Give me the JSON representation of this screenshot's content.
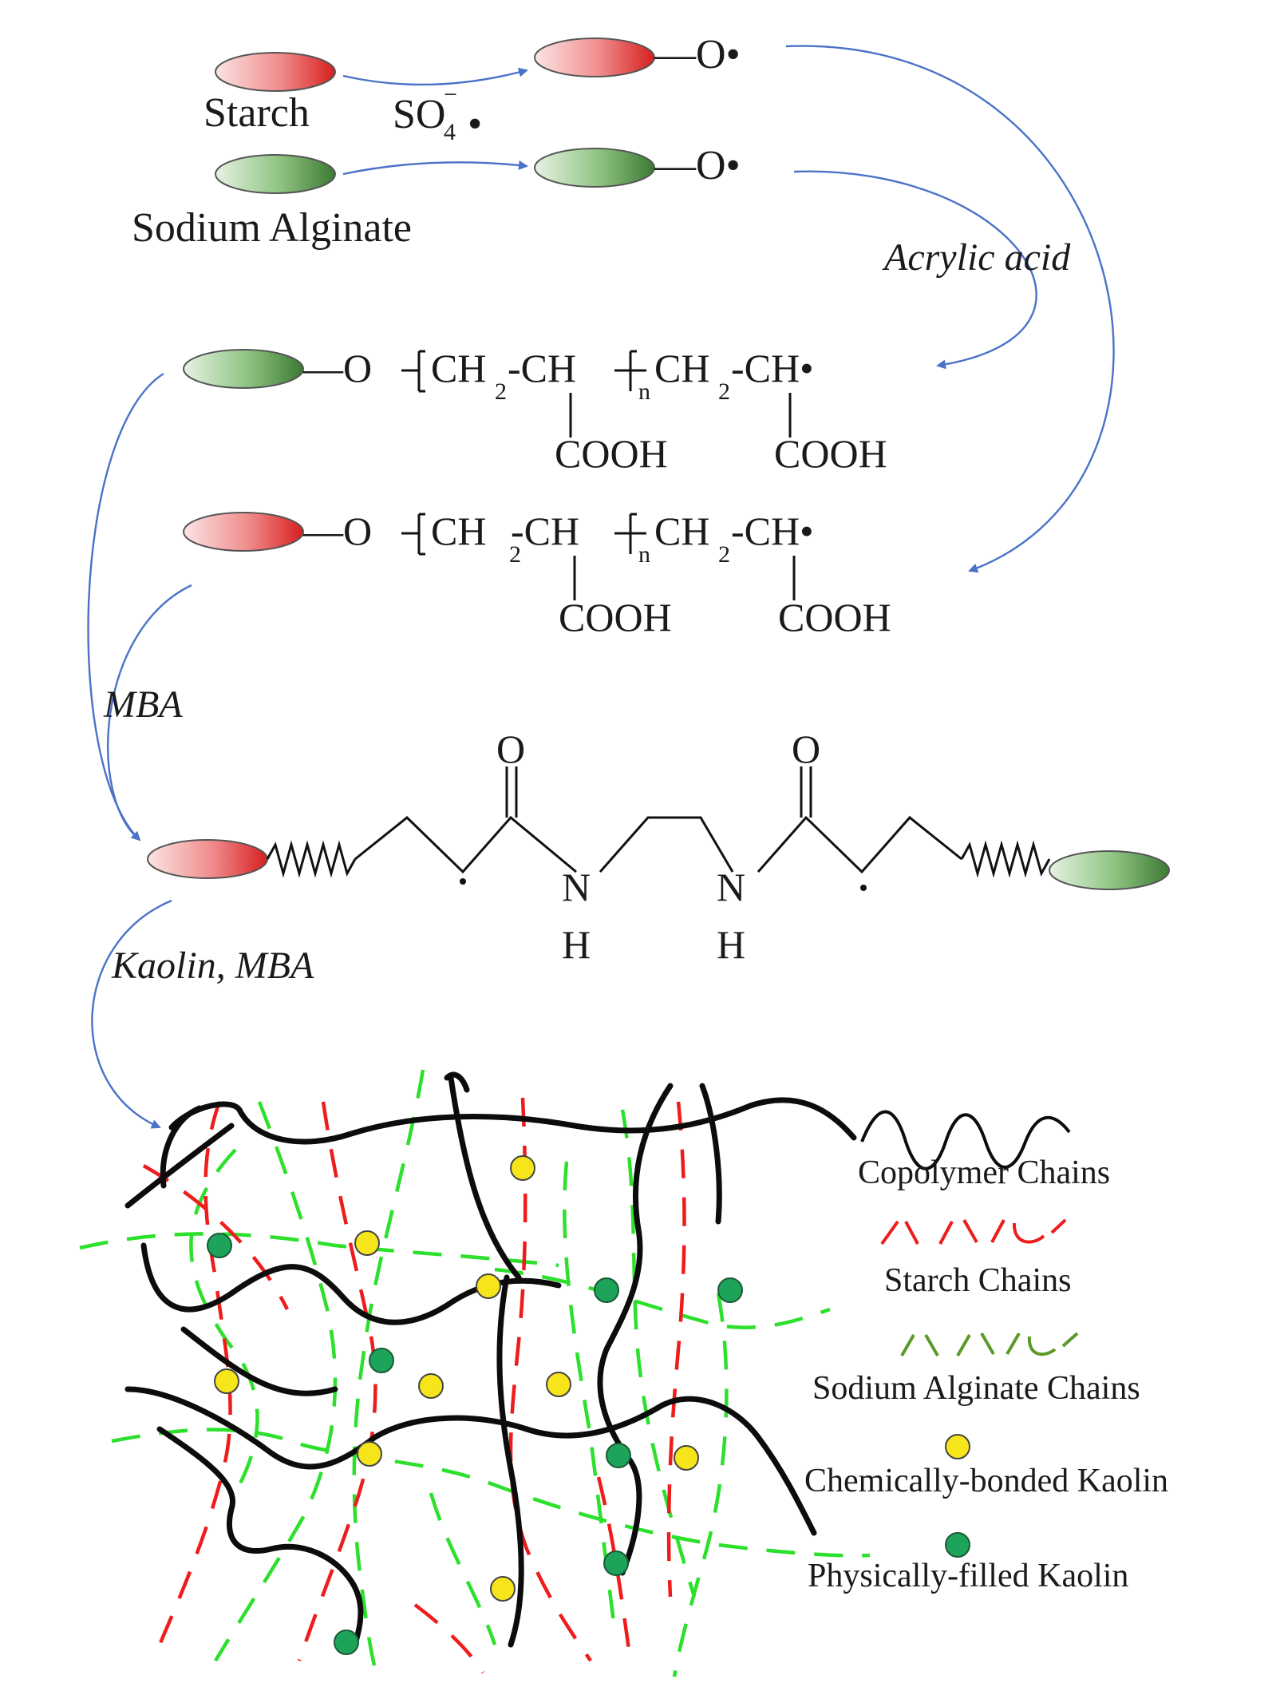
{
  "colors": {
    "starch_red": "#e53b3b",
    "alginate_green": "#3d8a3d",
    "arrow_blue": "#4a72c8",
    "copolymer_black": "#0c0c0c",
    "starch_chain_red": "#ee1c1c",
    "alginate_chain_green": "#2ce02c",
    "kaolin_chemical_yellow": "#f6e51a",
    "kaolin_physical_green": "#1ea35b"
  },
  "reactants": {
    "starch": "Starch",
    "sodium_alginate": "Sodium Alginate",
    "initiator_main": "SO",
    "initiator_sub": "4",
    "initiator_sup": "−",
    "initiator_radical": "•",
    "radical_label": "—O•"
  },
  "reagents": {
    "acrylic_acid": "Acrylic acid",
    "mba": "MBA",
    "kaolin_mba": "Kaolin, MBA"
  },
  "structures": {
    "o_link": "—O",
    "ch2": "CH",
    "sub2": "2",
    "ch_dash": "-CH",
    "ch_radical": "-CH•",
    "sub_n": "n",
    "cooh": "COOH",
    "oxygen": "O",
    "nitrogen": "N",
    "hydrogen": "H"
  },
  "legend": {
    "copolymer": "Copolymer Chains",
    "starch_chains": "Starch Chains",
    "alginate_chains": "Sodium Alginate Chains",
    "chem_kaolin": "Chemically-bonded Kaolin",
    "phys_kaolin": "Physically-filled Kaolin"
  }
}
